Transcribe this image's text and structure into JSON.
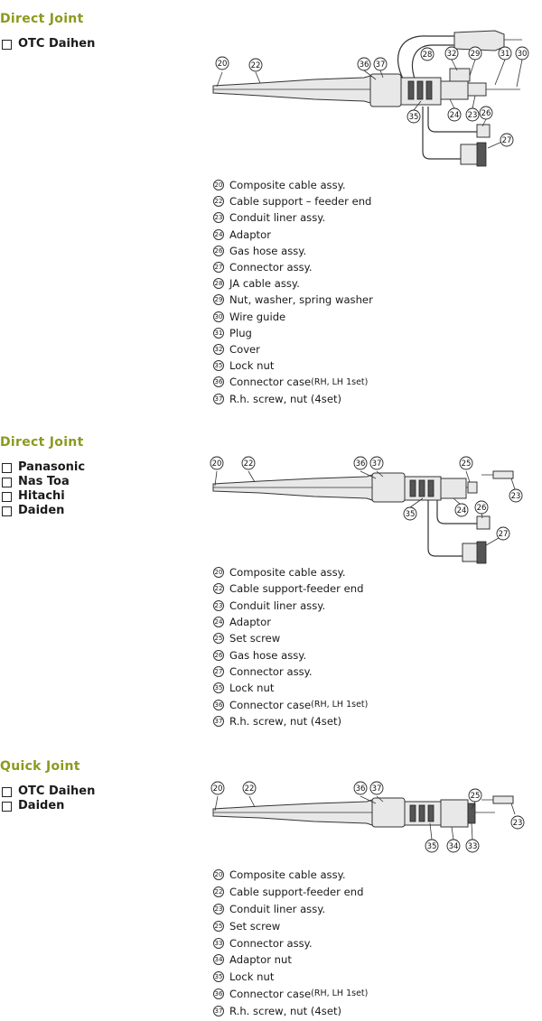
{
  "colors": {
    "heading": "#8c9a1e",
    "text": "#1a1a1a"
  },
  "sections": [
    {
      "title": "Direct Joint",
      "makers": [
        "OTC Daihen"
      ],
      "callouts": [
        "20",
        "22",
        "36",
        "37",
        "28",
        "32",
        "29",
        "31",
        "30",
        "35",
        "24",
        "23",
        "26",
        "27"
      ],
      "parts": [
        {
          "num": "20",
          "name": "Composite cable assy.",
          "note": ""
        },
        {
          "num": "22",
          "name": "Cable support – feeder end",
          "note": ""
        },
        {
          "num": "23",
          "name": "Conduit liner assy.",
          "note": ""
        },
        {
          "num": "24",
          "name": "Adaptor",
          "note": ""
        },
        {
          "num": "26",
          "name": "Gas hose assy.",
          "note": ""
        },
        {
          "num": "27",
          "name": "Connector assy.",
          "note": ""
        },
        {
          "num": "28",
          "name": "JA cable assy.",
          "note": ""
        },
        {
          "num": "29",
          "name": "Nut, washer, spring washer",
          "note": ""
        },
        {
          "num": "30",
          "name": "Wire guide",
          "note": ""
        },
        {
          "num": "31",
          "name": "Plug",
          "note": ""
        },
        {
          "num": "32",
          "name": "Cover",
          "note": ""
        },
        {
          "num": "35",
          "name": "Lock nut",
          "note": ""
        },
        {
          "num": "36",
          "name": "Connector case ",
          "note": "(RH, LH 1set)"
        },
        {
          "num": "37",
          "name": "R.h. screw, nut (4set)",
          "note": ""
        }
      ]
    },
    {
      "title": "Direct Joint",
      "makers": [
        "Panasonic",
        "Nas Toa",
        "Hitachi",
        "Daiden"
      ],
      "callouts": [
        "20",
        "22",
        "36",
        "37",
        "25",
        "23",
        "26",
        "24",
        "35",
        "27"
      ],
      "parts": [
        {
          "num": "20",
          "name": "Composite cable assy.",
          "note": ""
        },
        {
          "num": "22",
          "name": "Cable support-feeder end",
          "note": ""
        },
        {
          "num": "23",
          "name": "Conduit liner assy.",
          "note": ""
        },
        {
          "num": "24",
          "name": "Adaptor",
          "note": ""
        },
        {
          "num": "25",
          "name": "Set screw",
          "note": ""
        },
        {
          "num": "26",
          "name": "Gas hose assy.",
          "note": ""
        },
        {
          "num": "27",
          "name": "Connector assy.",
          "note": ""
        },
        {
          "num": "35",
          "name": "Lock nut",
          "note": ""
        },
        {
          "num": "36",
          "name": "Connector case ",
          "note": "(RH, LH 1set)"
        },
        {
          "num": "37",
          "name": "R.h. screw, nut (4set)",
          "note": ""
        }
      ]
    },
    {
      "title": "Quick Joint",
      "makers": [
        "OTC Daihen",
        "Daiden"
      ],
      "callouts": [
        "20",
        "22",
        "36",
        "37",
        "25",
        "23",
        "35",
        "34",
        "33"
      ],
      "parts": [
        {
          "num": "20",
          "name": "Composite cable assy.",
          "note": ""
        },
        {
          "num": "22",
          "name": "Cable support-feeder end",
          "note": ""
        },
        {
          "num": "23",
          "name": "Conduit liner assy.",
          "note": ""
        },
        {
          "num": "25",
          "name": "Set screw",
          "note": ""
        },
        {
          "num": "33",
          "name": "Connector assy.",
          "note": ""
        },
        {
          "num": "34",
          "name": "Adaptor nut",
          "note": ""
        },
        {
          "num": "35",
          "name": "Lock nut",
          "note": ""
        },
        {
          "num": "36",
          "name": "Connector case ",
          "note": "(RH, LH 1set)"
        },
        {
          "num": "37",
          "name": "R.h. screw, nut (4set)",
          "note": ""
        }
      ]
    }
  ]
}
